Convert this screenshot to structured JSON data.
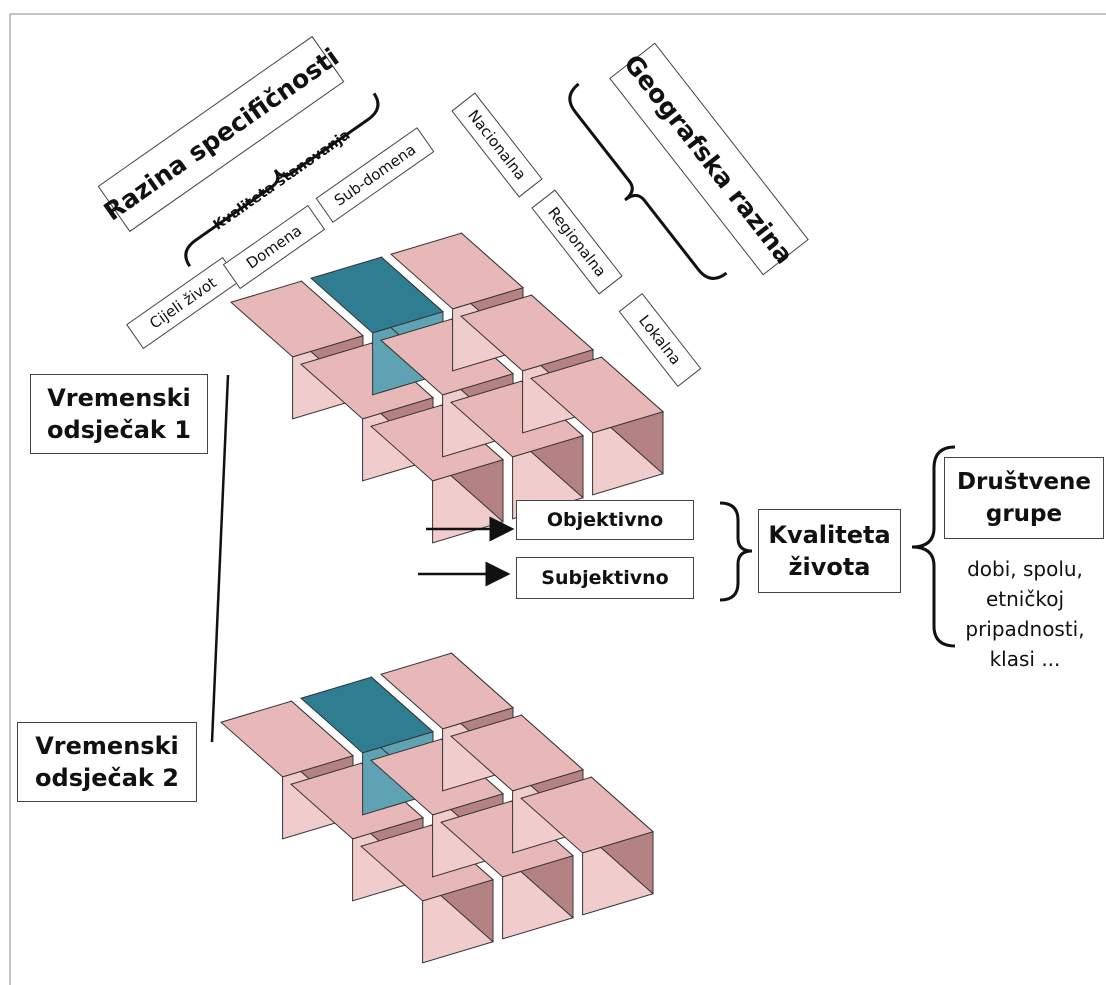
{
  "specificity": {
    "title": "Razina specifičnosti",
    "group": "Kvaliteta stanovanja",
    "levels": [
      "Cijeli život",
      "Domena",
      "Sub-domena"
    ]
  },
  "geography": {
    "title": "Geografska razina",
    "levels": [
      "Nacionalna",
      "Regionalna",
      "Lokalna"
    ]
  },
  "time_slices": [
    "Vremenski odsječak 1",
    "Vremenski odsječak 2"
  ],
  "dimensions": [
    "Objektivno",
    "Subjektivno"
  ],
  "quality_of_life": "Kvaliteta života",
  "social_groups": {
    "title": "Društvene grupe",
    "items": "dobi, spolu, etničkoj pripadnosti, klasi ..."
  },
  "colors": {
    "cube_top": "#e8b7b7",
    "cube_left": "#f0cccc",
    "cube_right": "#b48282",
    "highlight_top": "#2f7d91",
    "highlight_side": "#5fa2b4"
  }
}
